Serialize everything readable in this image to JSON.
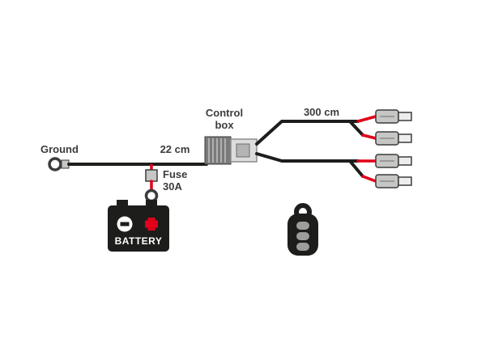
{
  "diagram": {
    "title": "wiring-harness-diagram",
    "labels": {
      "ground": "Ground",
      "wire_left_length": "22 cm",
      "fuse_line1": "Fuse",
      "fuse_line2": "30A",
      "control_box_line1": "Control",
      "control_box_line2": "box",
      "wire_right_length": "300 cm",
      "battery": "BATTERY"
    },
    "colors": {
      "background": "#ffffff",
      "wire_black": "#1d1d1b",
      "wire_red": "#e2001a",
      "label_text": "#3c3c3b",
      "component_gray": "#9d9d9c",
      "connector_gray": "#c6c6c5",
      "battery_black": "#1d1d1b",
      "battery_plus_red": "#e2001a"
    },
    "components": {
      "ground_terminal": "ring-terminal",
      "fuse_rating": "30A",
      "connector_count": 4,
      "remote": "key-fob-remote"
    }
  }
}
